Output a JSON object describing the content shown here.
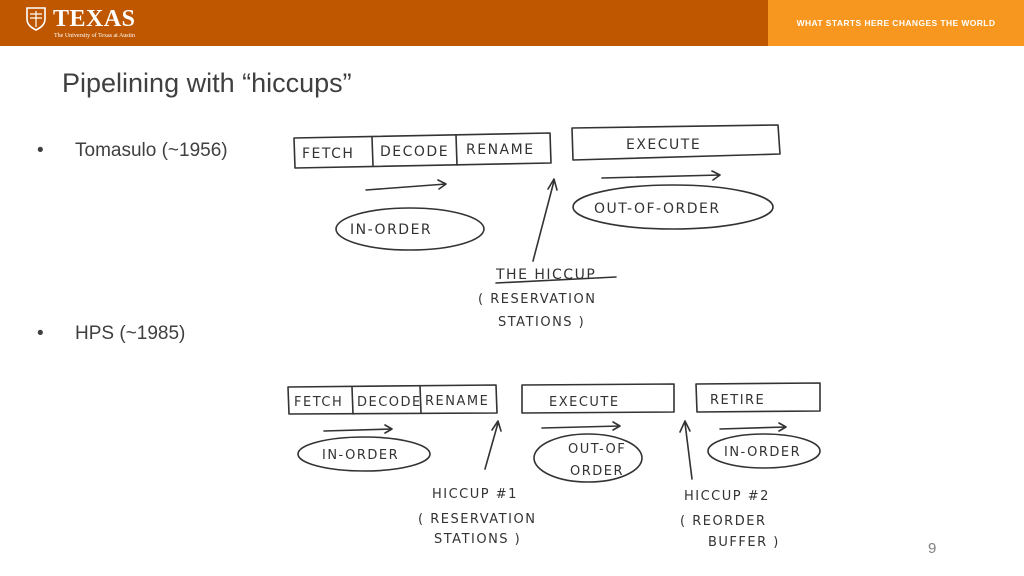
{
  "header": {
    "logo_wordmark": "TEXAS",
    "logo_subtitle": "The University of Texas at Austin",
    "tagline": "WHAT STARTS HERE CHANGES THE WORLD",
    "colors": {
      "banner": "#bf5700",
      "tagline_box": "#f8971f"
    }
  },
  "slide": {
    "title": "Pipelining with “hiccups”",
    "bullets": [
      {
        "marker": "•",
        "text": "Tomasulo (~1956)"
      },
      {
        "marker": "•",
        "text": "HPS (~1985)"
      }
    ],
    "page_number": "9"
  },
  "diagram_tomasulo": {
    "stages": [
      "FETCH",
      "DECODE",
      "RENAME"
    ],
    "execute": "EXECUTE",
    "in_order": "IN-ORDER",
    "out_of_order": "OUT-OF-ORDER",
    "hiccup_title": "THE HICCUP",
    "hiccup_line1": "( RESERVATION",
    "hiccup_line2": "STATIONS )"
  },
  "diagram_hps": {
    "stages": [
      "FETCH",
      "DECODE",
      "RENAME"
    ],
    "execute": "EXECUTE",
    "retire": "RETIRE",
    "in_order_1": "IN-ORDER",
    "out_of_order_1": "OUT-OF",
    "out_of_order_2": "ORDER",
    "in_order_2": "IN-ORDER",
    "hiccup1_title": "HICCUP #1",
    "hiccup1_line1": "( RESERVATION",
    "hiccup1_line2": "STATIONS )",
    "hiccup2_title": "HICCUP #2",
    "hiccup2_line1": "( REORDER",
    "hiccup2_line2": "BUFFER )"
  }
}
